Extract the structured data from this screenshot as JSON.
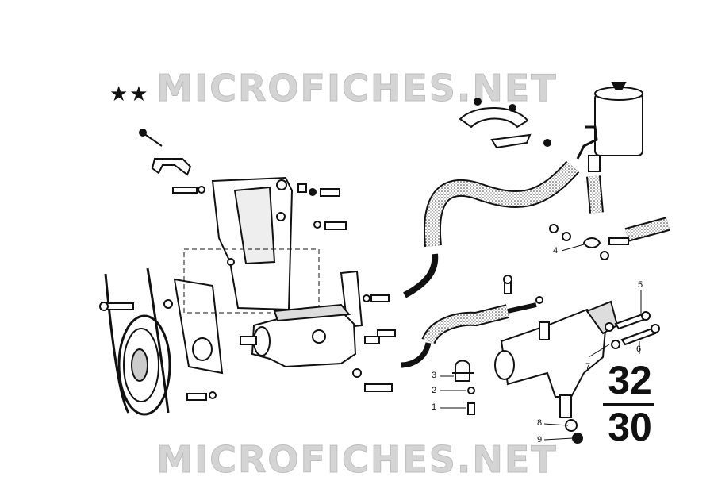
{
  "watermark": {
    "text": "MICROFICHES.NET"
  },
  "marker": {
    "stars": "★★"
  },
  "callouts": [
    "1",
    "2",
    "3",
    "4",
    "5",
    "6",
    "7",
    "8",
    "9"
  ],
  "group_code": {
    "main": "32",
    "sub": "30"
  },
  "colors": {
    "ink": "#111111",
    "watermark": "#d4d4d4",
    "background": "#ffffff"
  }
}
